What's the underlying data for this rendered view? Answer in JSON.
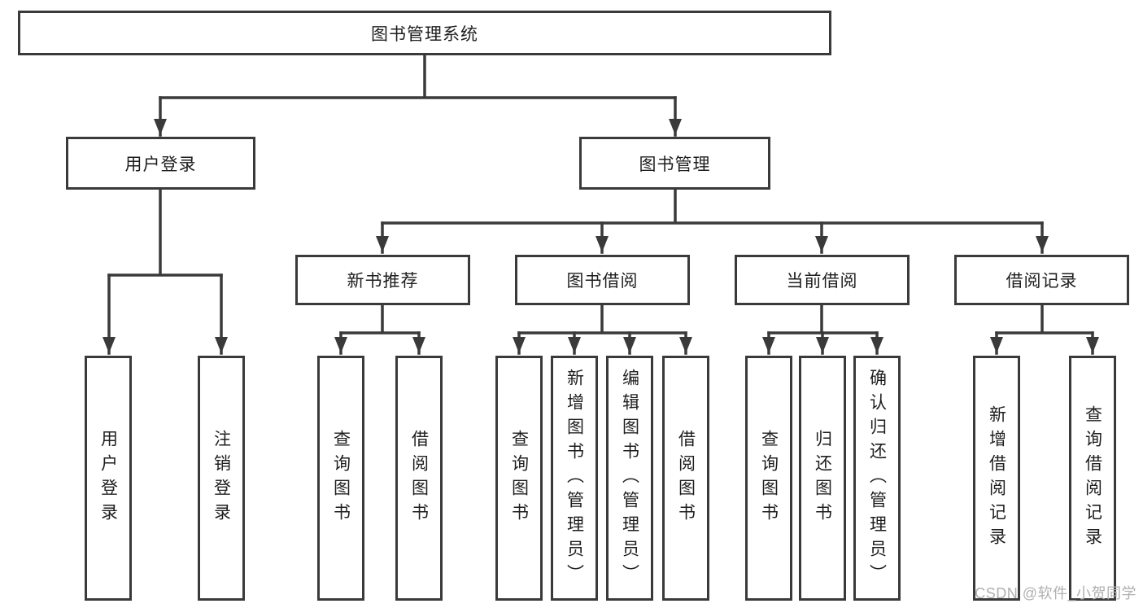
{
  "colors": {
    "line": "#3a3a3a",
    "box_border": "#3a3a3a",
    "box_fill": "#ffffff",
    "text": "#1e1e1e",
    "watermark": "#b0b0b0",
    "background": "#ffffff"
  },
  "tree": {
    "root": {
      "label": "图书管理系统"
    },
    "level1": [
      {
        "label": "用户登录",
        "leaves": [
          {
            "label": "用户登录"
          },
          {
            "label": "注销登录"
          }
        ]
      },
      {
        "label": "图书管理",
        "sections": [
          {
            "label": "新书推荐",
            "leaves": [
              {
                "label": "查询图书"
              },
              {
                "label": "借阅图书"
              }
            ]
          },
          {
            "label": "图书借阅",
            "leaves": [
              {
                "label": "查询图书"
              },
              {
                "label": "新增图书（管理员）"
              },
              {
                "label": "编辑图书（管理员）"
              },
              {
                "label": "借阅图书"
              }
            ]
          },
          {
            "label": "当前借阅",
            "leaves": [
              {
                "label": "查询图书"
              },
              {
                "label": "归还图书"
              },
              {
                "label": "确认归还（管理员）"
              }
            ]
          },
          {
            "label": "借阅记录",
            "leaves": [
              {
                "label": "新增借阅记录"
              },
              {
                "label": "查询借阅记录"
              }
            ]
          }
        ]
      }
    ]
  },
  "watermark": {
    "text": "CSDN @软件_小贺同学"
  }
}
